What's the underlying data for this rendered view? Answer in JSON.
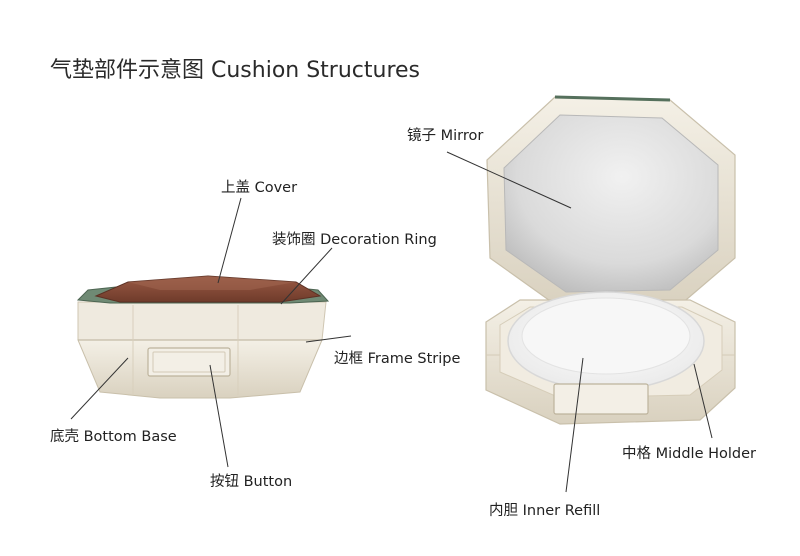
{
  "title": "气垫部件示意图 Cushion Structures",
  "labels": {
    "cover": "上盖 Cover",
    "decoration_ring": "装饰圈  Decoration Ring",
    "frame_stripe": "边框 Frame Stripe",
    "bottom_base": "底壳 Bottom Base",
    "button": "按钮 Button",
    "mirror": "镜子 Mirror",
    "middle_holder": "中格 Middle Holder",
    "inner_refill": "内胆 Inner Refill"
  },
  "colors": {
    "shell": "#e9e3d6",
    "cover_top": "#8a4e3a",
    "ring": "#5f7a66",
    "mirror": "#e8e8e8",
    "leader": "#333333"
  }
}
